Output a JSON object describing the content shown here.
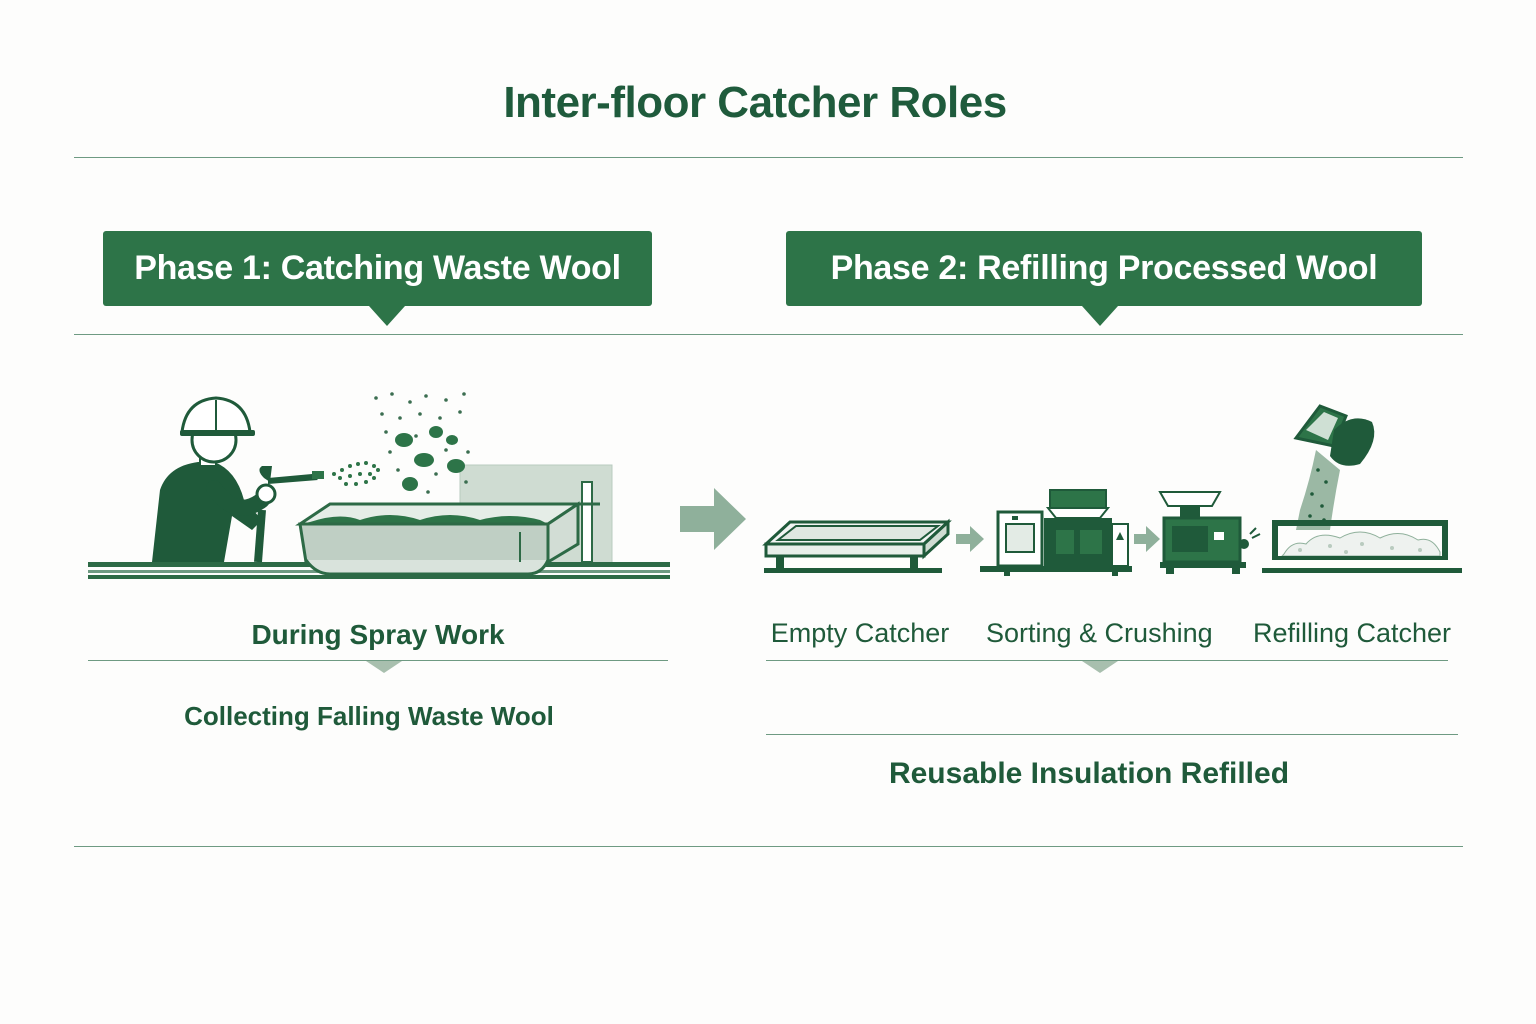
{
  "title": "Inter-floor Catcher Roles",
  "phase1": {
    "header": "Phase 1: Catching Waste Wool",
    "caption_main": "During Spray Work",
    "caption_sub": "Collecting Falling Waste Wool"
  },
  "phase2": {
    "header": "Phase 2: Refilling Processed Wool",
    "steps": [
      "Empty Catcher",
      "Sorting & Crushing",
      "Refilling Catcher"
    ],
    "result": "Reusable Insulation Refilled"
  },
  "colors": {
    "primary": "#2d7448",
    "dark": "#1f5a3a",
    "light": "#a8bfae",
    "rule": "#6e9a82"
  },
  "icons": {
    "phase1_illustration": "worker-spraying-icon",
    "transition": "arrow-right-icon",
    "step1": "empty-catcher-icon",
    "step2": "sorting-machine-icon",
    "step3": "refilling-catcher-icon"
  }
}
